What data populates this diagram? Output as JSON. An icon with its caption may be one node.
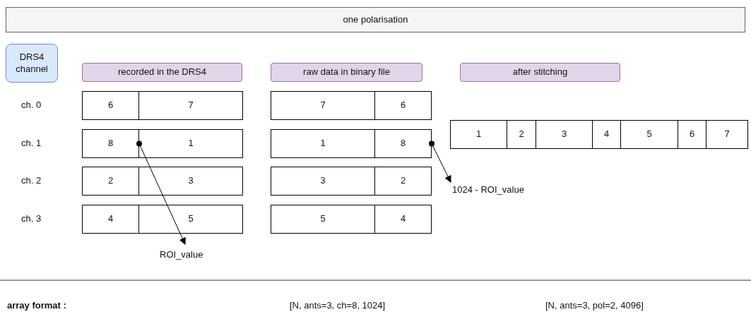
{
  "diagram": {
    "nodes": [
      {
        "text": [
          "one polarisation"
        ]
      },
      {
        "text": [
          "DRS4 channel"
        ]
      },
      {
        "text": [
          "recorded in the DRS4"
        ]
      },
      {
        "text": [
          "raw data in binary file"
        ]
      },
      {
        "text": [
          "after stitching"
        ]
      },
      {
        "text": [
          "6"
        ]
      },
      {
        "text": [
          "7"
        ]
      },
      {
        "text": [
          "8"
        ]
      },
      {
        "text": [
          "1"
        ]
      },
      {
        "text": [
          "2"
        ]
      },
      {
        "text": [
          "3"
        ]
      },
      {
        "text": [
          "4"
        ]
      },
      {
        "text": [
          "5"
        ]
      },
      {
        "text": [
          "7"
        ]
      },
      {
        "text": [
          "6"
        ]
      },
      {
        "text": [
          "1"
        ]
      },
      {
        "text": [
          "8"
        ]
      },
      {
        "text": [
          "3"
        ]
      },
      {
        "text": [
          "2"
        ]
      },
      {
        "text": [
          "5"
        ]
      },
      {
        "text": [
          "4"
        ]
      },
      {
        "text": [
          "1"
        ]
      },
      {
        "text": [
          "2"
        ]
      },
      {
        "text": [
          "3"
        ]
      },
      {
        "text": [
          "4"
        ]
      },
      {
        "text": [
          "5"
        ]
      },
      {
        "text": [
          "6"
        ]
      },
      {
        "text": [
          "7"
        ]
      },
      {
        "text": [
          "ROI_value"
        ]
      },
      {
        "text": [
          "1024 - ROI_value"
        ]
      }
    ],
    "edges": [
      {
        "from": 7,
        "to": 28,
        "arrow": "to"
      },
      {
        "from": 16,
        "to": 29,
        "arrow": "to"
      }
    ],
    "labels": [
      "ch. 0",
      "ch. 1",
      "ch. 2",
      "ch. 3",
      "array format :",
      "[N, ants=3, ch=8, 1024]",
      "[N, ants=3, pol=2, 4096]"
    ]
  }
}
